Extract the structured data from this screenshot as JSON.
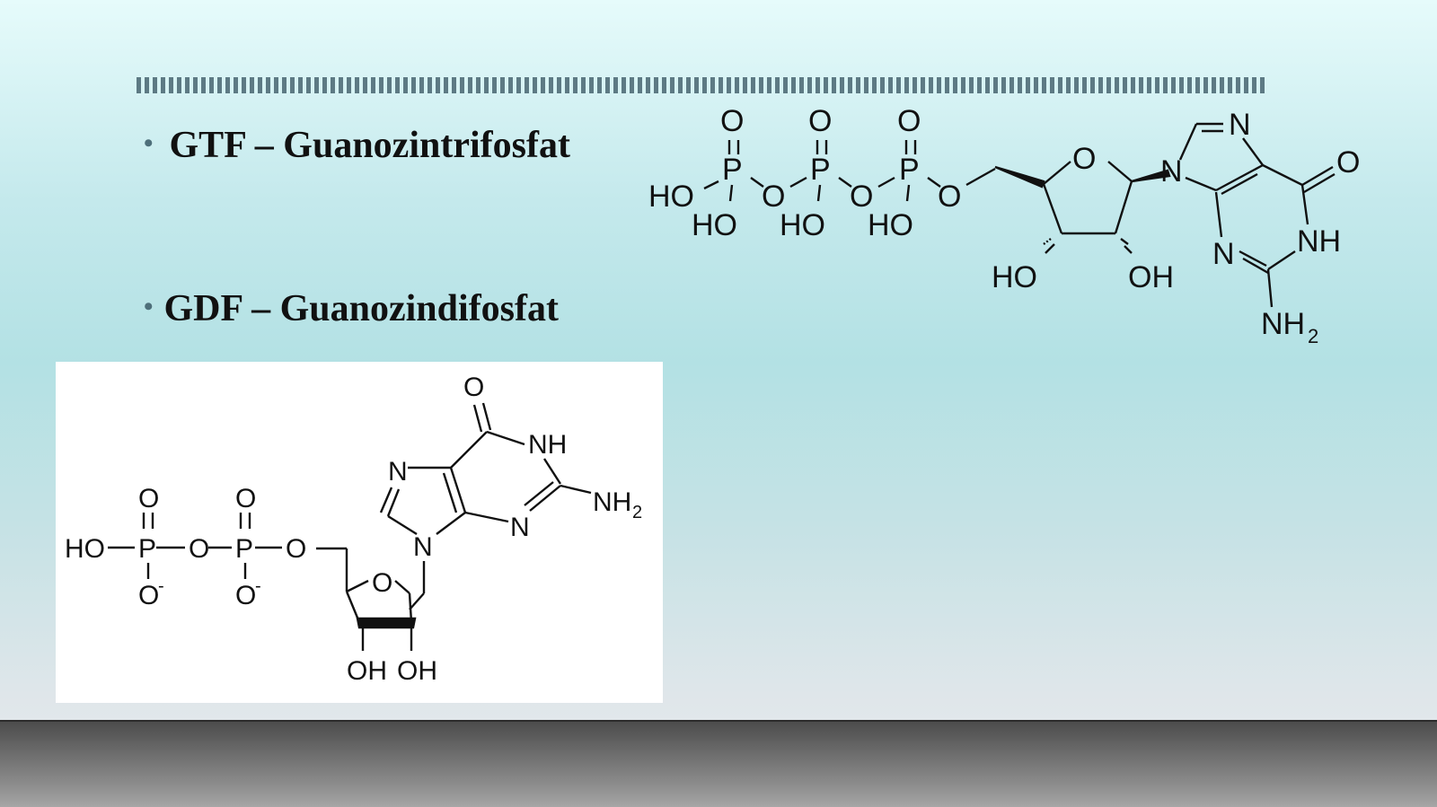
{
  "bullets": [
    {
      "text": "GTF – Guanozintrifosfat"
    },
    {
      "text": "GDF – Guanozindifosfat"
    }
  ],
  "gtf_structure": {
    "labels": [
      "O",
      "O",
      "O",
      "P",
      "P",
      "P",
      "HO",
      "O",
      "O",
      "O",
      "HO",
      "HO",
      "HO",
      "O",
      "N",
      "N",
      "O",
      "N",
      "NH",
      "NH",
      "2",
      "HO",
      "OH"
    ]
  },
  "gdf_structure": {
    "labels": [
      "O",
      "NH",
      "N",
      "NH",
      "2",
      "N",
      "N",
      "O",
      "O",
      "HO",
      "P",
      "O",
      "P",
      "O",
      "O",
      "-",
      "O",
      "-",
      "O",
      "OH",
      "OH"
    ]
  },
  "colors": {
    "bullet_dot": "#4e6f7a",
    "text": "#111111",
    "floor": "#6e6e6e"
  }
}
